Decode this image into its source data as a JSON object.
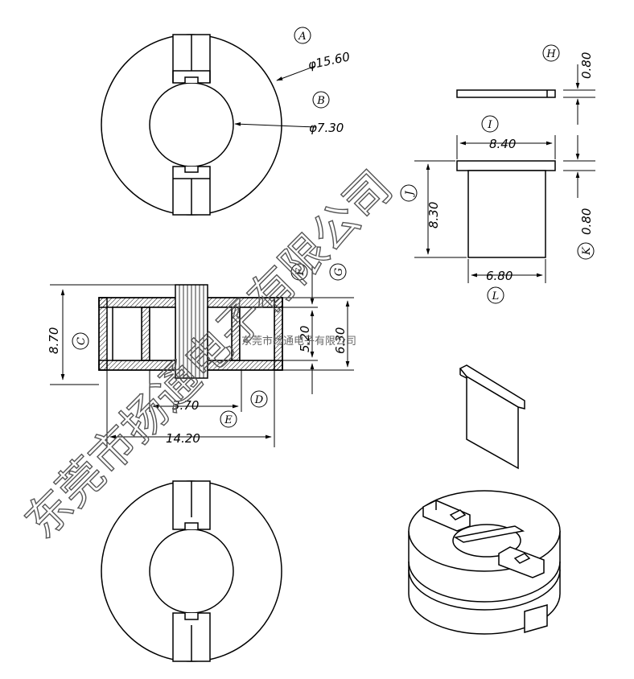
{
  "dims": {
    "phi_outer": "φ15.60",
    "phi_inner": "φ7.30",
    "h": "0.80",
    "i": "8.40",
    "j": "8.30",
    "k": "0.80",
    "l": "6.80",
    "c": "8.70",
    "f": "5.20",
    "g": "6.30",
    "e_inner": "3.70",
    "e_total": "14.20"
  },
  "labels": {
    "A": "A",
    "B": "B",
    "C": "C",
    "D": "D",
    "E": "E",
    "F": "F",
    "G": "G",
    "H": "H",
    "I": "I",
    "J": "J",
    "K": "K",
    "L": "L"
  },
  "watermark": {
    "big": "东莞市扬通电子有限公司",
    "small": "东莞市扬通电子有限公司"
  },
  "colors": {
    "line": "#000000",
    "watermark": "#555555"
  }
}
